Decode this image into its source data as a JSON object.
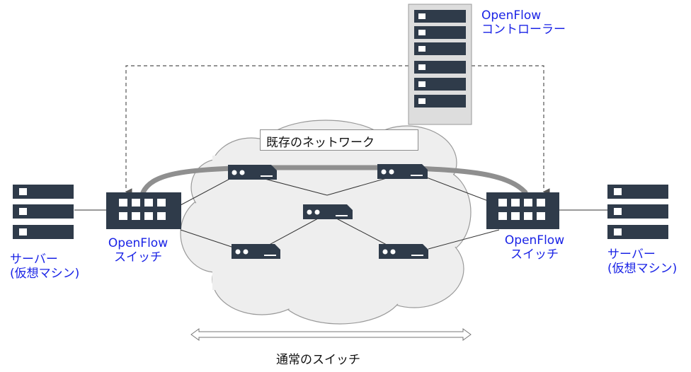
{
  "controller": {
    "label_line1": "OpenFlow",
    "label_line2": "コントローラー"
  },
  "network": {
    "label": "既存のネットワーク"
  },
  "switch_left": {
    "line1": "OpenFlow",
    "line2": "スイッチ"
  },
  "switch_right": {
    "line1": "OpenFlow",
    "line2": "スイッチ"
  },
  "server_left": {
    "line1": "サーバー",
    "line2": "(仮想マシン)"
  },
  "server_right": {
    "line1": "サーバー",
    "line2": "(仮想マシン)"
  },
  "footer": {
    "label": "通常のスイッチ"
  },
  "colors": {
    "device": "#2f3b4a",
    "label_blue": "#1a23e6",
    "cloud_fill": "#eeeeee",
    "cloud_stroke": "#9a9a9a",
    "controller_fill": "#dddddd",
    "flow_path": "#8f8f8f"
  }
}
